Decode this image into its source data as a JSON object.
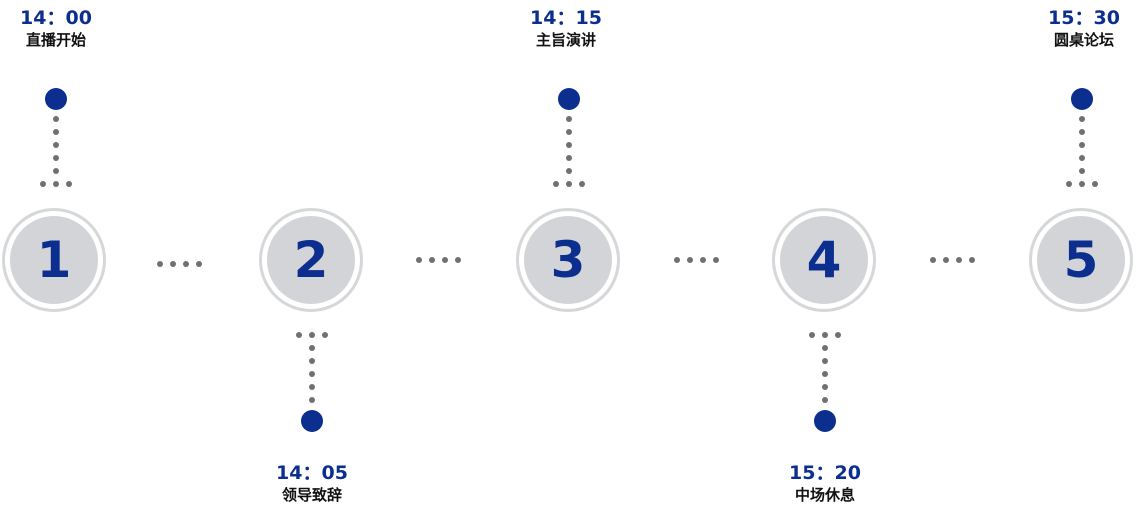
{
  "steps": [
    {
      "number": "1",
      "time": "14：00",
      "title": "直播开始",
      "position": "above"
    },
    {
      "number": "2",
      "time": "14：05",
      "title": "领导致辞",
      "position": "below"
    },
    {
      "number": "3",
      "time": "14：15",
      "title": "主旨演讲",
      "position": "above"
    },
    {
      "number": "4",
      "time": "15：20",
      "title": "中场休息",
      "position": "below"
    },
    {
      "number": "5",
      "time": "15：30",
      "title": "圆桌论坛",
      "position": "above"
    }
  ],
  "colors": {
    "accent": "#0b2e8f",
    "circle_fill": "#d3d4d7",
    "circle_ring": "#d6d7d9",
    "dots": "#6f7073",
    "title_text": "#111111"
  }
}
